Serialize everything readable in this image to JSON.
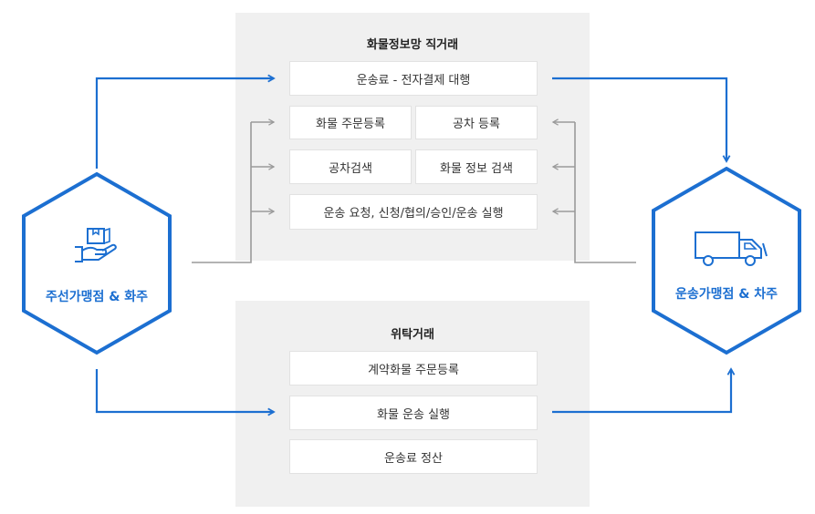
{
  "colors": {
    "accent": "#1c6fd1",
    "connector": "#9a9a9a",
    "panel": "#f0f0f0"
  },
  "direct": {
    "title": "화물정보망 직거래",
    "payment": "운송료 - 전자결제 대행",
    "order_register": "화물 주문등록",
    "empty_car_register": "공차 등록",
    "empty_car_search": "공차검색",
    "freight_search": "화물 정보 검색",
    "transport_flow": "운송 요청, 신청/협의/승인/운송 실행"
  },
  "consign": {
    "title": "위탁거래",
    "contract_order": "계약화물 주문등록",
    "transport_exec": "화물 운송 실행",
    "settlement": "운송료 정산"
  },
  "left_node": {
    "label": "주선가맹점 & 화주",
    "icon": "hand-box-icon"
  },
  "right_node": {
    "label": "운송가맹점 & 차주",
    "icon": "truck-icon"
  }
}
